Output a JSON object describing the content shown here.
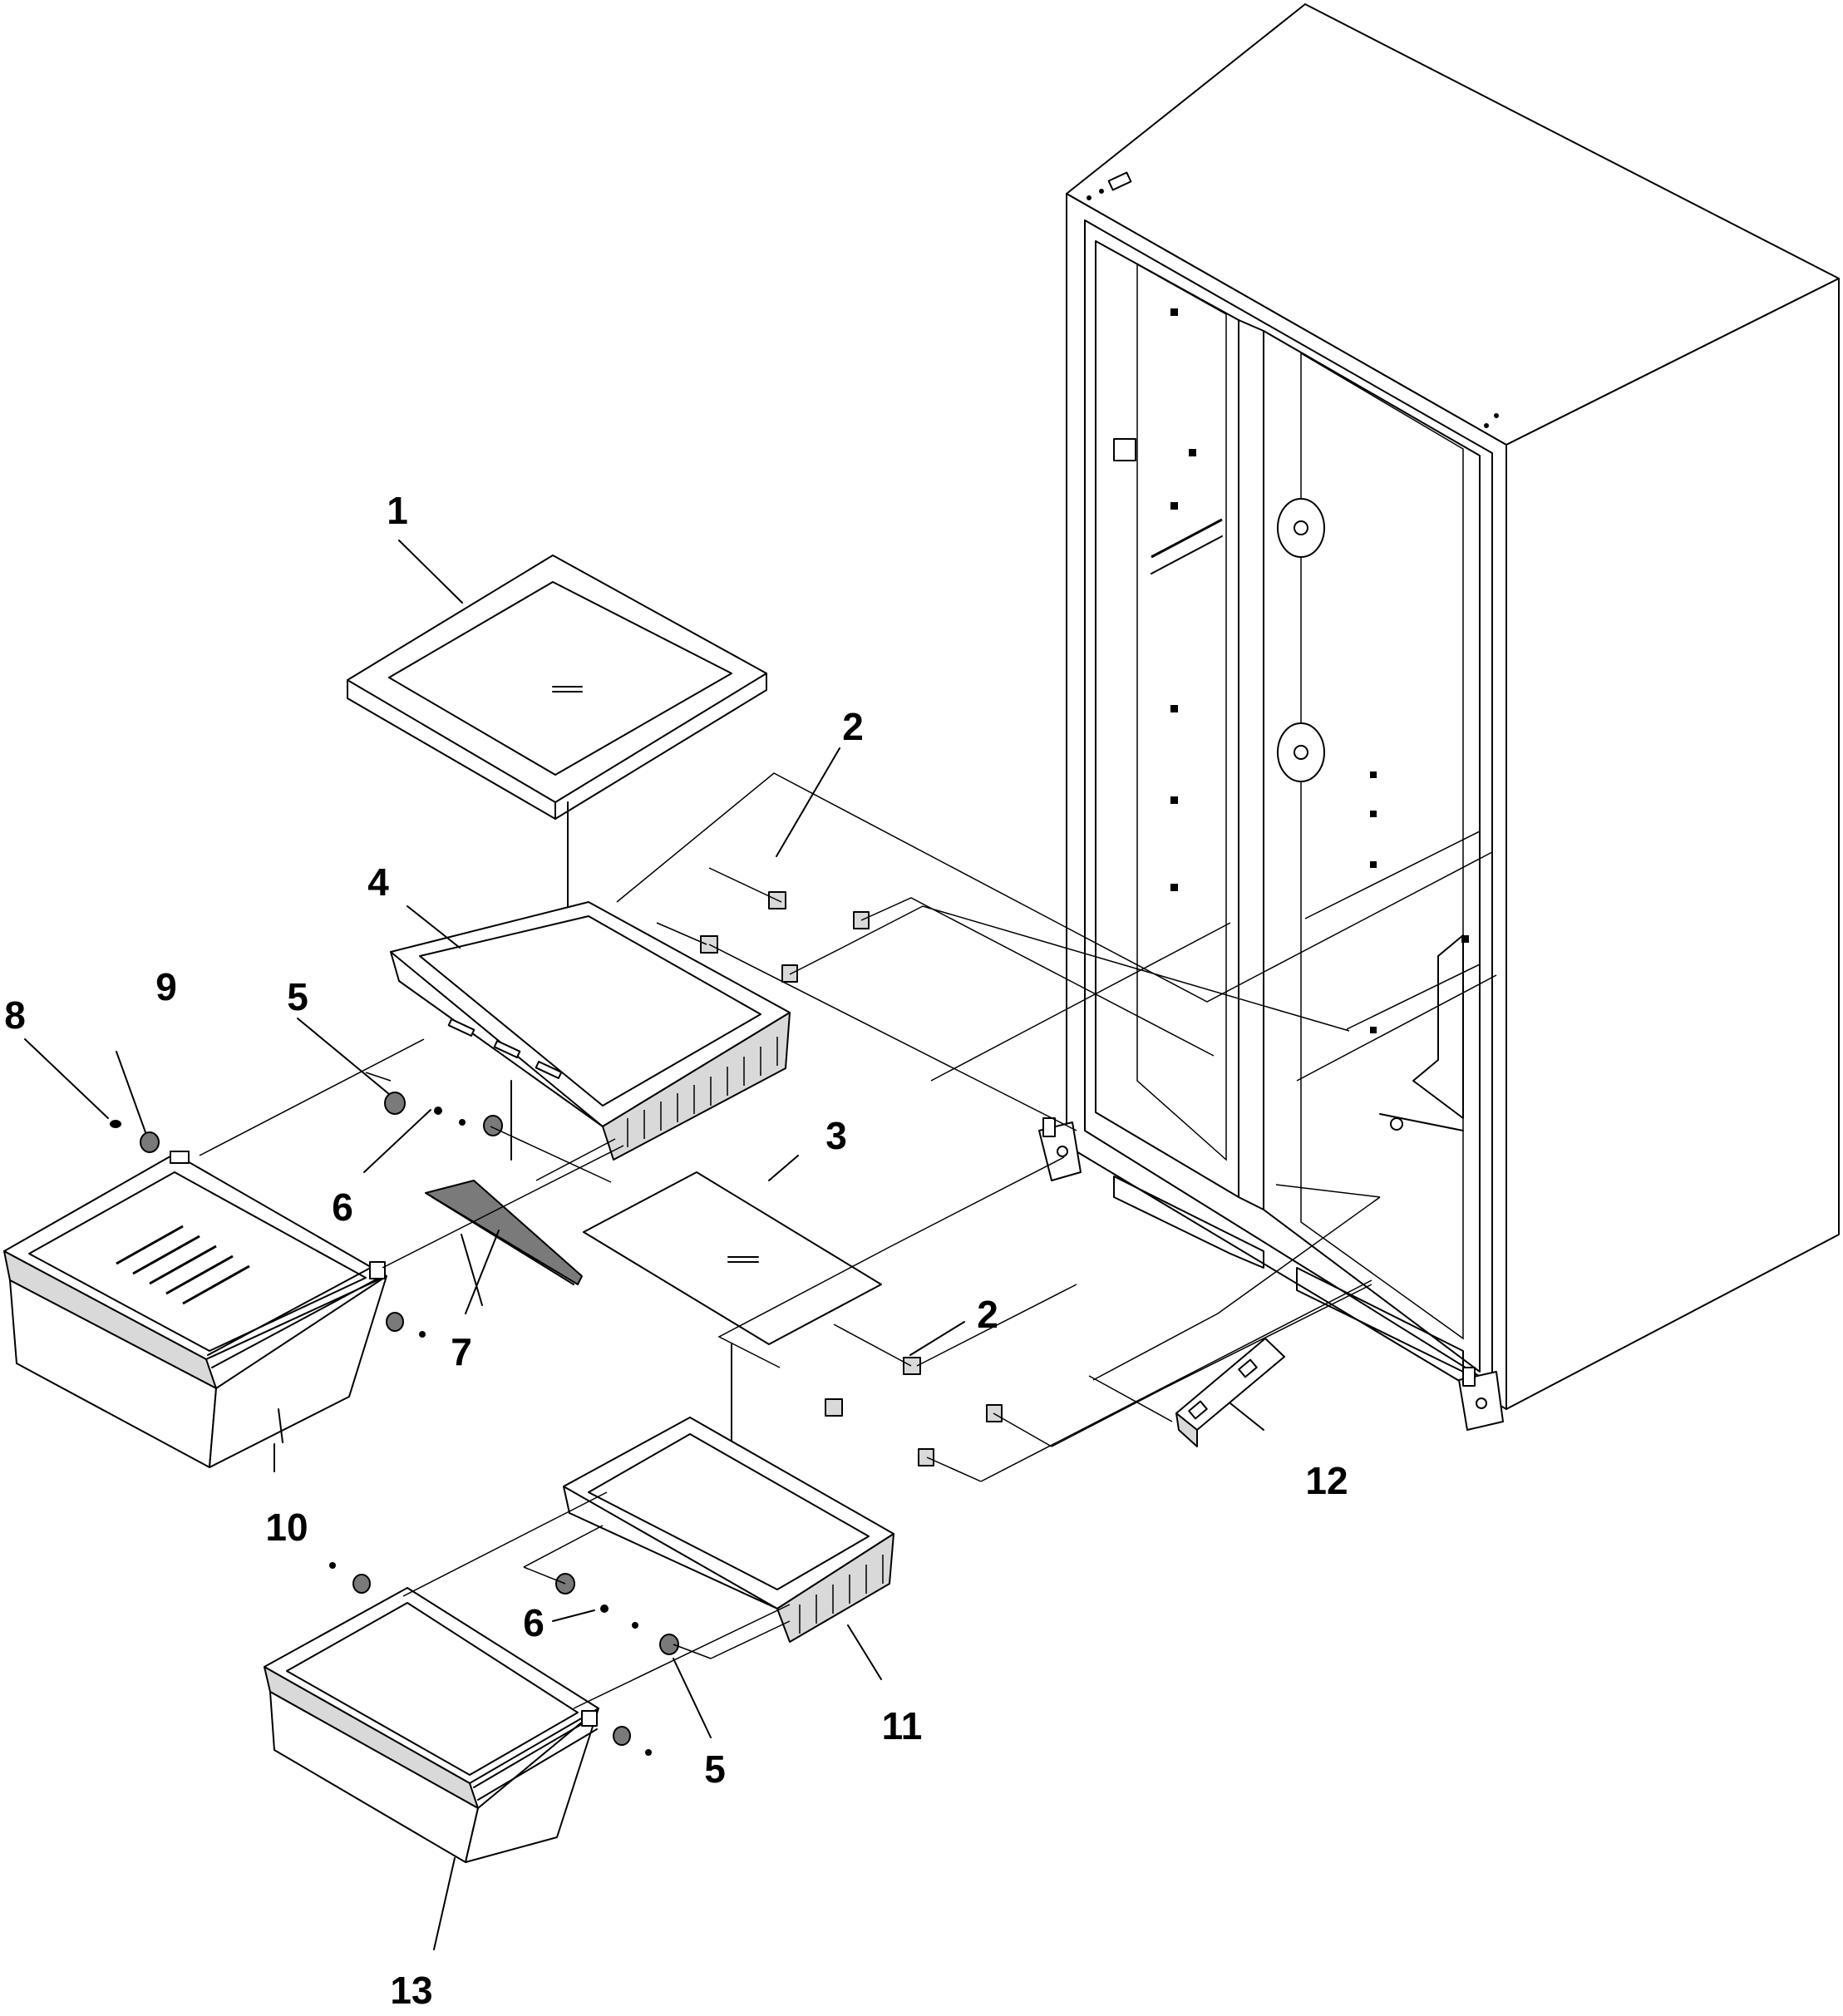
{
  "callouts": [
    {
      "id": "c1",
      "text": "1"
    },
    {
      "id": "c2a",
      "text": "2"
    },
    {
      "id": "c2b",
      "text": "2"
    },
    {
      "id": "c3",
      "text": "3"
    },
    {
      "id": "c4",
      "text": "4"
    },
    {
      "id": "c5a",
      "text": "5"
    },
    {
      "id": "c5b",
      "text": "5"
    },
    {
      "id": "c6a",
      "text": "6"
    },
    {
      "id": "c6b",
      "text": "6"
    },
    {
      "id": "c7",
      "text": "7"
    },
    {
      "id": "c8",
      "text": "8"
    },
    {
      "id": "c9",
      "text": "9"
    },
    {
      "id": "c10",
      "text": "10"
    },
    {
      "id": "c11",
      "text": "11"
    },
    {
      "id": "c12",
      "text": "12"
    },
    {
      "id": "c13",
      "text": "13"
    }
  ]
}
